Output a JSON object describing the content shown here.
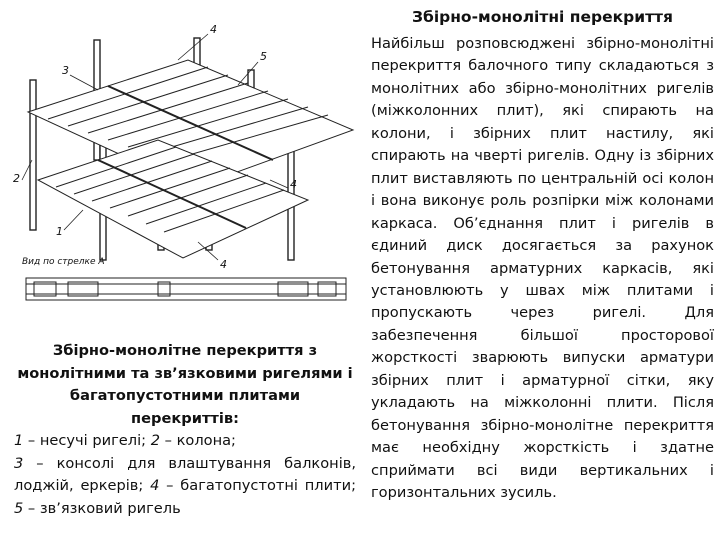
{
  "title": "Збірно-монолітні перекриття",
  "body": "Найбільш розповсюджені збірно-монолітні перекриття балочного типу складаються з монолітних або збірно-монолітних ригелів (міжколонних плит), які спирають на колони, і збірних плит настилу, які спирають на чверті ригелів. Одну із збірних плит виставляють по центральній осі колон і вона виконує роль розпірки між колонами каркаса. Об’єднання плит і ригелів в єдиний диск досягається за рахунок бетонування арматурних каркасів, які установлюють у швах між плитами і пропускають через ригелі. Для забезпечення більшої просторової жорсткості зварюють випуски арматури збірних плит і арматурної сітки, яку укладають на міжколонні плити. Після бетонування збірно-монолітне перекриття має необхідну жорсткість і здатне сприймати всі види вертикальних і горизонтальних зусиль.",
  "figure": {
    "labels": [
      "4",
      "3",
      "5",
      "2",
      "1",
      "4",
      "4"
    ],
    "view_caption": "Вид по стрелке А"
  },
  "caption": {
    "heading": "Збірно-монолітне перекриття з монолітними та зв’язковими ригелями і багатопустотними плитами перекриттів:",
    "items": [
      {
        "num": "1",
        "text": " – несучі ригелі; "
      },
      {
        "num": "2",
        "text": " – колона;"
      },
      {
        "num": "3",
        "text": " – консолі для влаштування балконів, лоджій,  еркерів;  "
      },
      {
        "num": "4",
        "text": " – багатопустотні плити; "
      },
      {
        "num": "5",
        "text": " – зв’язковий ригель"
      }
    ]
  }
}
